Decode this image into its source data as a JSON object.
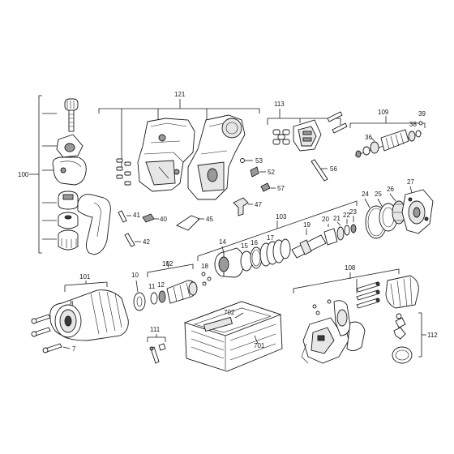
{
  "labels": {
    "l100": "100",
    "l121": "121",
    "l113": "113",
    "l109": "109",
    "l53": "53",
    "l52": "52",
    "l56": "56",
    "l57": "57",
    "l47": "47",
    "l41": "41",
    "l40": "40",
    "l45": "45",
    "l42": "42",
    "l36": "36",
    "l38": "38",
    "l39": "39",
    "l24": "24",
    "l25": "25",
    "l26": "26",
    "l27": "27",
    "l103": "103",
    "l20": "20",
    "l21": "21",
    "l22": "22",
    "l23": "23",
    "l19": "19",
    "l102": "102",
    "l10": "10",
    "l11": "11",
    "l12": "12",
    "l14": "14",
    "l15": "15",
    "l16": "16",
    "l17": "17",
    "l18": "18",
    "l108": "108",
    "l101": "101",
    "l8": "8",
    "l7": "7",
    "l111": "111",
    "l702": "702",
    "l701": "701",
    "l112": "112"
  }
}
